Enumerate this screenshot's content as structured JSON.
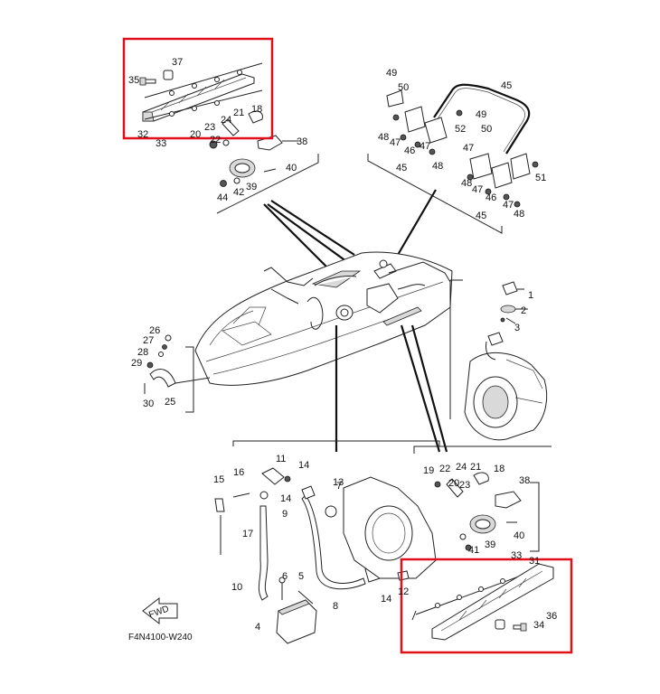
{
  "diagram_code": "F4N4100-W240",
  "fwd_arrow_label": "FWD",
  "highlight_color": "#e0101a",
  "labels": [
    {
      "key": "p37a",
      "text": "37"
    },
    {
      "key": "p35a",
      "text": "35"
    },
    {
      "key": "p32a",
      "text": "32"
    },
    {
      "key": "p33a",
      "text": "33"
    },
    {
      "key": "p21a",
      "text": "21"
    },
    {
      "key": "p18a",
      "text": "18"
    },
    {
      "key": "p23a",
      "text": "23"
    },
    {
      "key": "p24a",
      "text": "24"
    },
    {
      "key": "p20a",
      "text": "20"
    },
    {
      "key": "p22a",
      "text": "22"
    },
    {
      "key": "p38a",
      "text": "38"
    },
    {
      "key": "p40a",
      "text": "40"
    },
    {
      "key": "p44a",
      "text": "44"
    },
    {
      "key": "p42a",
      "text": "42"
    },
    {
      "key": "p39a",
      "text": "39"
    },
    {
      "key": "p49a",
      "text": "49"
    },
    {
      "key": "p50a",
      "text": "50"
    },
    {
      "key": "p45a",
      "text": "45"
    },
    {
      "key": "p48a",
      "text": "48"
    },
    {
      "key": "p47a",
      "text": "47"
    },
    {
      "key": "p46a",
      "text": "46"
    },
    {
      "key": "p47b",
      "text": "47"
    },
    {
      "key": "p45b",
      "text": "45"
    },
    {
      "key": "p48b",
      "text": "48"
    },
    {
      "key": "p52a",
      "text": "52"
    },
    {
      "key": "p49b",
      "text": "49"
    },
    {
      "key": "p50b",
      "text": "50"
    },
    {
      "key": "p47c",
      "text": "47"
    },
    {
      "key": "p51a",
      "text": "51"
    },
    {
      "key": "p48c",
      "text": "48"
    },
    {
      "key": "p46b",
      "text": "46"
    },
    {
      "key": "p47d",
      "text": "47"
    },
    {
      "key": "p47e",
      "text": "47"
    },
    {
      "key": "p48d",
      "text": "48"
    },
    {
      "key": "p45c",
      "text": "45"
    },
    {
      "key": "p1a",
      "text": "1"
    },
    {
      "key": "p2a",
      "text": "2"
    },
    {
      "key": "p3a",
      "text": "3"
    },
    {
      "key": "p26a",
      "text": "26"
    },
    {
      "key": "p27a",
      "text": "27"
    },
    {
      "key": "p28a",
      "text": "28"
    },
    {
      "key": "p29a",
      "text": "29"
    },
    {
      "key": "p25a",
      "text": "25"
    },
    {
      "key": "p30a",
      "text": "30"
    },
    {
      "key": "p11a",
      "text": "11"
    },
    {
      "key": "p14a",
      "text": "14"
    },
    {
      "key": "p16a",
      "text": "16"
    },
    {
      "key": "p15a",
      "text": "15"
    },
    {
      "key": "p14b",
      "text": "14"
    },
    {
      "key": "p7a",
      "text": "7"
    },
    {
      "key": "p13a",
      "text": "13"
    },
    {
      "key": "p9a",
      "text": "9"
    },
    {
      "key": "p17a",
      "text": "17"
    },
    {
      "key": "p10a",
      "text": "10"
    },
    {
      "key": "p6a",
      "text": "6"
    },
    {
      "key": "p5a",
      "text": "5"
    },
    {
      "key": "p8a",
      "text": "8"
    },
    {
      "key": "p14c",
      "text": "14"
    },
    {
      "key": "p12a",
      "text": "12"
    },
    {
      "key": "p4a",
      "text": "4"
    },
    {
      "key": "p19a",
      "text": "19"
    },
    {
      "key": "p22b",
      "text": "22"
    },
    {
      "key": "p24b",
      "text": "24"
    },
    {
      "key": "p21b",
      "text": "21"
    },
    {
      "key": "p18b",
      "text": "18"
    },
    {
      "key": "p23b",
      "text": "23"
    },
    {
      "key": "p20b",
      "text": "20"
    },
    {
      "key": "p38b",
      "text": "38"
    },
    {
      "key": "p40b",
      "text": "40"
    },
    {
      "key": "p41a",
      "text": "41"
    },
    {
      "key": "p39b",
      "text": "39"
    },
    {
      "key": "p33b",
      "text": "33"
    },
    {
      "key": "p31a",
      "text": "31"
    },
    {
      "key": "p36a",
      "text": "36"
    },
    {
      "key": "p34a",
      "text": "34"
    }
  ]
}
